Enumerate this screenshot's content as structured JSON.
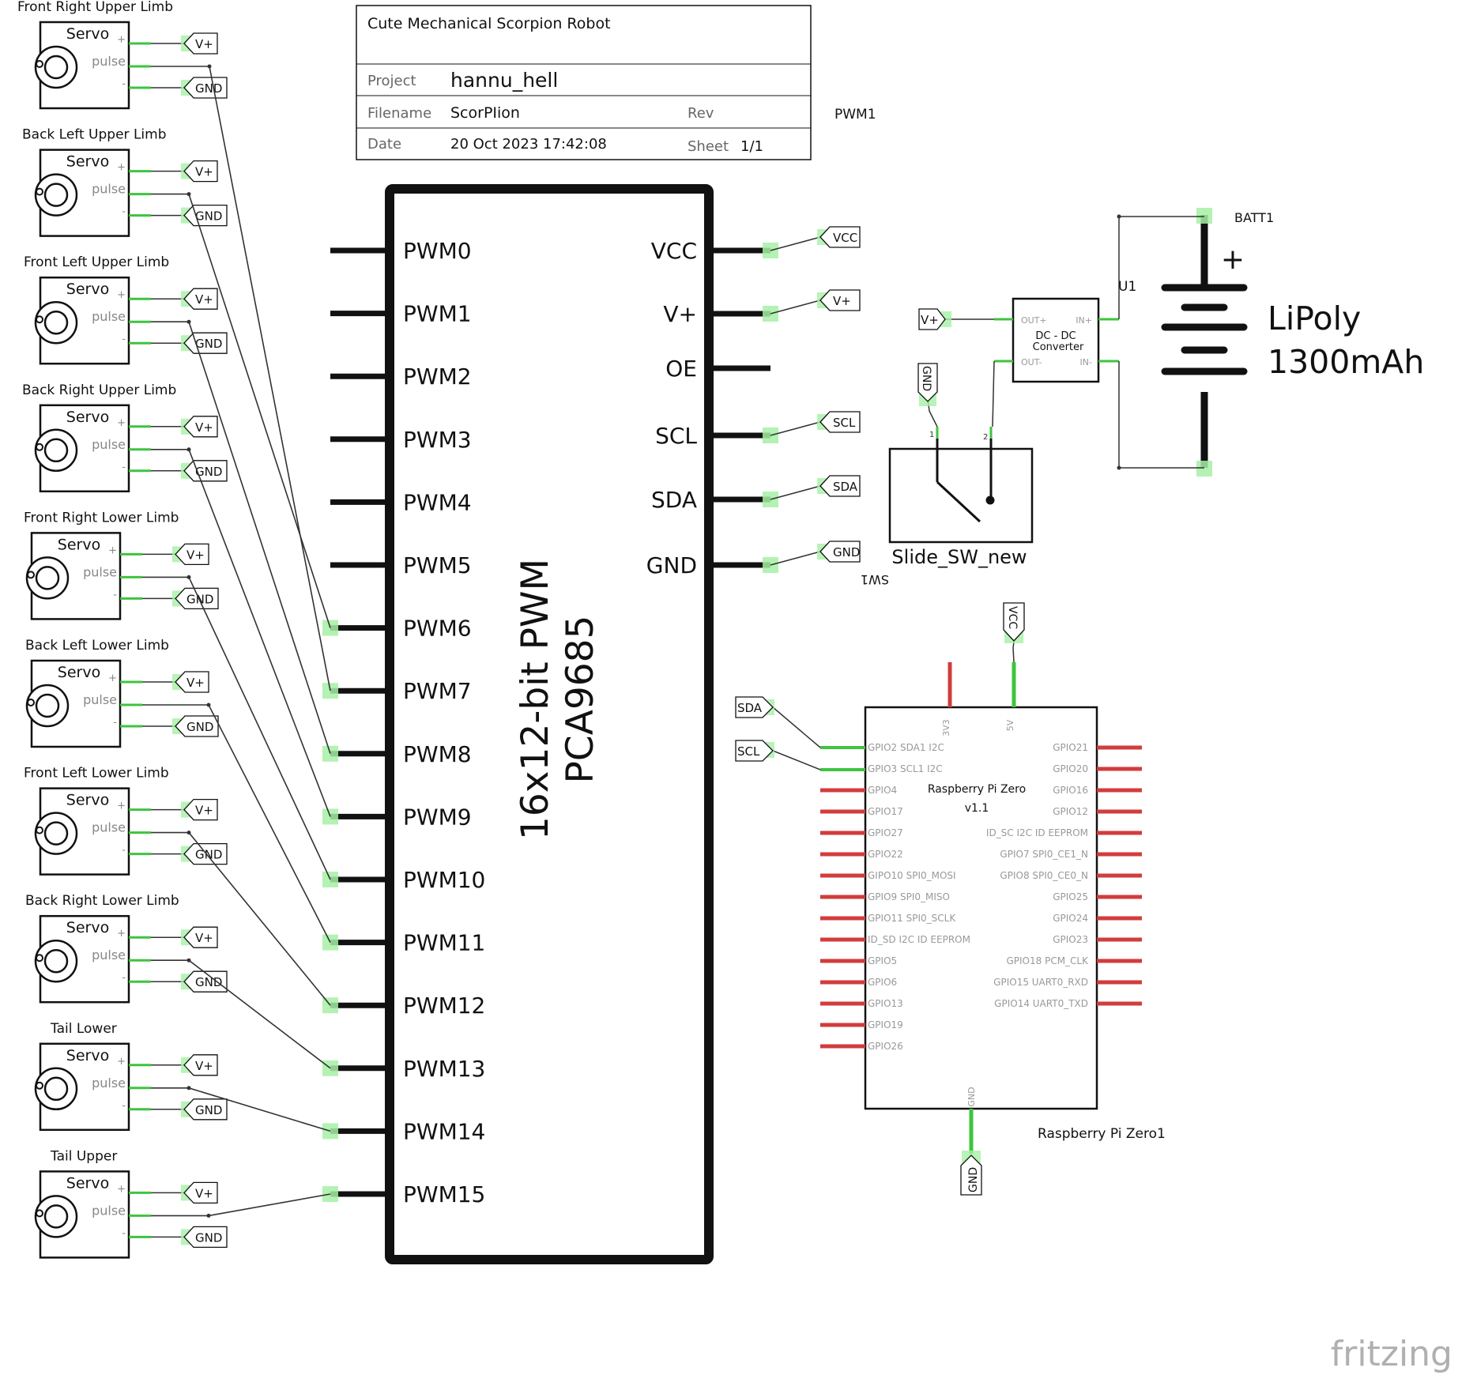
{
  "title_block": {
    "title": "Cute Mechanical Scorpion Robot",
    "project_label": "Project",
    "project_value": "hannu_hell",
    "filename_label": "Filename",
    "filename_value": "ScorPIion",
    "rev_label": "Rev",
    "rev_value": "",
    "date_label": "Date",
    "date_value": "20 Oct 2023 17:42:08",
    "sheet_label": "Sheet",
    "sheet_value": "1/1"
  },
  "pwm_board": {
    "ref": "PWM1",
    "name_line1": "16x12-bit PWM",
    "name_line2": "PCA9685",
    "left_pins": [
      "PWM0",
      "PWM1",
      "PWM2",
      "PWM3",
      "PWM4",
      "PWM5",
      "PWM6",
      "PWM7",
      "PWM8",
      "PWM9",
      "PWM10",
      "PWM11",
      "PWM12",
      "PWM13",
      "PWM14",
      "PWM15"
    ],
    "right_pins": [
      "VCC",
      "V+",
      "OE",
      "SCL",
      "SDA",
      "GND"
    ],
    "right_net_labels": [
      "VCC",
      "V+",
      "",
      "SCL",
      "SDA",
      "GND"
    ]
  },
  "servos": [
    {
      "label": "Front Right Upper Limb",
      "body": "Servo",
      "pin_plus": "+",
      "pin_pulse": "pulse",
      "pin_minus": "-",
      "net_v": "V+",
      "net_gnd": "GND"
    },
    {
      "label": "Back Left Upper Limb",
      "body": "Servo",
      "pin_plus": "+",
      "pin_pulse": "pulse",
      "pin_minus": "-",
      "net_v": "V+",
      "net_gnd": "GND"
    },
    {
      "label": "Front Left Upper Limb",
      "body": "Servo",
      "pin_plus": "+",
      "pin_pulse": "pulse",
      "pin_minus": "-",
      "net_v": "V+",
      "net_gnd": "GND"
    },
    {
      "label": "Back Right Upper Limb",
      "body": "Servo",
      "pin_plus": "+",
      "pin_pulse": "pulse",
      "pin_minus": "-",
      "net_v": "V+",
      "net_gnd": "GND"
    },
    {
      "label": "Front Right Lower Limb",
      "body": "Servo",
      "pin_plus": "+",
      "pin_pulse": "pulse",
      "pin_minus": "-",
      "net_v": "V+",
      "net_gnd": "GND"
    },
    {
      "label": "Back Left Lower Limb",
      "body": "Servo",
      "pin_plus": "+",
      "pin_pulse": "pulse",
      "pin_minus": "-",
      "net_v": "V+",
      "net_gnd": "GND"
    },
    {
      "label": "Front Left Lower Limb",
      "body": "Servo",
      "pin_plus": "+",
      "pin_pulse": "pulse",
      "pin_minus": "-",
      "net_v": "V+",
      "net_gnd": "GND"
    },
    {
      "label": "Back Right Lower Limb",
      "body": "Servo",
      "pin_plus": "+",
      "pin_pulse": "pulse",
      "pin_minus": "-",
      "net_v": "V+",
      "net_gnd": "GND"
    },
    {
      "label": "Tail Lower",
      "body": "Servo",
      "pin_plus": "+",
      "pin_pulse": "pulse",
      "pin_minus": "-",
      "net_v": "V+",
      "net_gnd": "GND"
    },
    {
      "label": "Tail Upper",
      "body": "Servo",
      "pin_plus": "+",
      "pin_pulse": "pulse",
      "pin_minus": "-",
      "net_v": "V+",
      "net_gnd": "GND"
    }
  ],
  "servo_pwm_channels": [
    7,
    6,
    8,
    9,
    10,
    11,
    12,
    13,
    14,
    15
  ],
  "battery": {
    "ref": "BATT1",
    "plus": "+",
    "line1": "LiPoly",
    "line2": "1300mAh"
  },
  "converter": {
    "ref": "U1",
    "line1": "DC - DC",
    "line2": "Converter",
    "out_plus": "OUT+",
    "out_minus": "OUT-",
    "in_plus": "IN+",
    "in_minus": "IN-",
    "net_v": "V+"
  },
  "switch": {
    "name": "Slide_SW_new",
    "ref": "SW1",
    "pin1": "1",
    "pin2": "2",
    "net_gnd": "GND"
  },
  "rpi": {
    "name_line1": "Raspberry Pi Zero",
    "name_line2": "v1.1",
    "ref": "Raspberry Pi Zero1",
    "top_pins": [
      "3V3",
      "5V"
    ],
    "bottom_pin": "GND",
    "net_sda": "SDA",
    "net_scl": "SCL",
    "net_vcc": "VCC",
    "net_gnd": "GND",
    "left_pins": [
      "GPIO2 SDA1 I2C",
      "GPIO3 SCL1 I2C",
      "GPIO4",
      "GPIO17",
      "GPIO27",
      "GPIO22",
      "GIPO10 SPI0_MOSI",
      "GPIO9 SPI0_MISO",
      "GPIO11 SPI0_SCLK",
      "ID_SD I2C ID EEPROM",
      "GPIO5",
      "GPIO6",
      "GPIO13",
      "GPIO19",
      "GPIO26"
    ],
    "right_pins": [
      "GPIO21",
      "GPIO20",
      "GPIO16",
      "GPIO12",
      "ID_SC I2C ID EEPROM",
      "GPIO7 SPI0_CE1_N",
      "GPIO8 SPI0_CE0_N",
      "GPIO25",
      "GPIO24",
      "GPIO23",
      "GPIO18 PCM_CLK",
      "GPIO15 UART0_RXD",
      "GPIO14 UART0_TXD"
    ]
  },
  "colors": {
    "wire": "#333333",
    "green": "#3ec43e",
    "pad": "#a6f0a6",
    "red": "#d23c3c",
    "black": "#111111"
  },
  "watermark": "fritzing"
}
